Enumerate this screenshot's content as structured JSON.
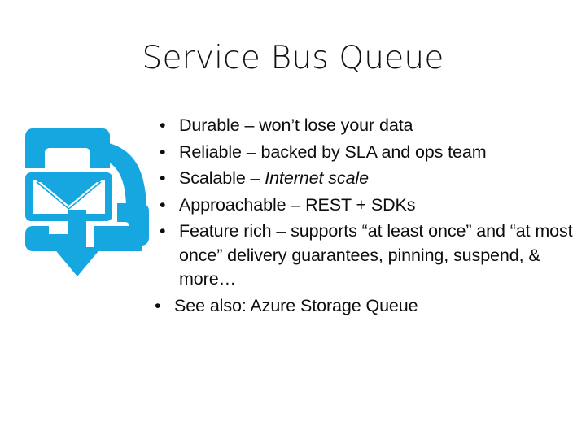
{
  "slide": {
    "title": "Service Bus Queue",
    "background_color": "#ffffff",
    "text_color": "#0d0d0d",
    "accent_color": "#17a7e0"
  },
  "icon": {
    "name": "service-bus-queue-icon",
    "color": "#17a7e0",
    "parts": [
      "top-bracket",
      "envelope",
      "curved-bus-arm",
      "bottom-bracket",
      "down-arrow"
    ]
  },
  "bullets": [
    {
      "marker": "•",
      "lead": "Durable – won’t lose your data",
      "emphasis": "",
      "tail": ""
    },
    {
      "marker": "•",
      "lead": "Reliable – backed by SLA and ops team",
      "emphasis": "",
      "tail": ""
    },
    {
      "marker": "•",
      "lead": "Scalable – ",
      "emphasis": "Internet scale",
      "tail": ""
    },
    {
      "marker": "•",
      "lead": "Approachable – REST + SDKs",
      "emphasis": "",
      "tail": ""
    },
    {
      "marker": "•",
      "lead": "Feature rich –  supports “at least once” and “at most once” delivery guarantees, pinning, suspend, & more…",
      "emphasis": "",
      "tail": ""
    },
    {
      "marker": "•",
      "lead": "See also: Azure Storage Queue",
      "emphasis": "",
      "tail": ""
    }
  ]
}
